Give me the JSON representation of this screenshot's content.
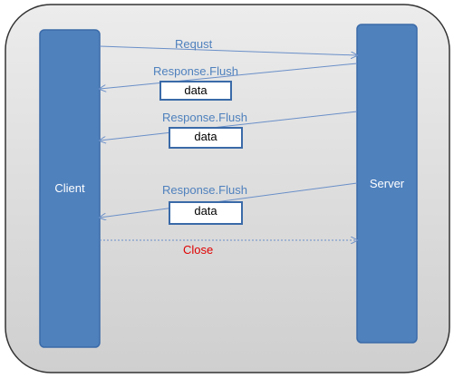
{
  "diagram": {
    "actors": {
      "client": "Client",
      "server": "Server"
    },
    "messages": [
      {
        "label": "Requst"
      },
      {
        "label": "Response.Flush",
        "payload": "data"
      },
      {
        "label": "Response.Flush",
        "payload": "data"
      },
      {
        "label": "Response.Flush",
        "payload": "data"
      },
      {
        "label": "Close"
      }
    ],
    "colors": {
      "panel_fill": "#d9d9d9",
      "panel_border": "#333333",
      "lane_fill": "#4f81bd",
      "lane_border": "#3a6aa8",
      "arrow": "#6a8fc8",
      "message_text": "#4f81bd",
      "close_text": "#e00000"
    }
  }
}
